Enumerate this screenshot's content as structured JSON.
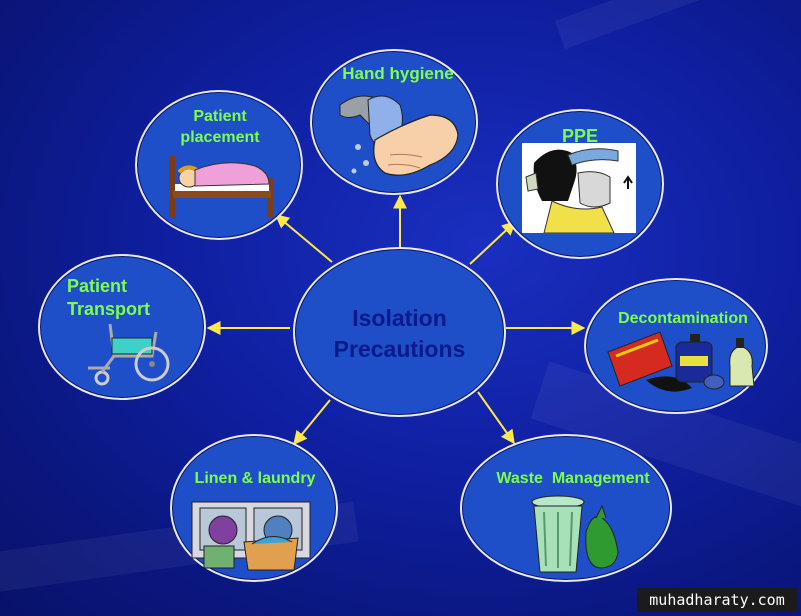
{
  "colors": {
    "background": "#0f1fa0",
    "node_fill": "#1e4ec8",
    "node_border": "#e8e8f0",
    "label_color": "#7dff4a",
    "center_text": "#0a1a8a",
    "arrow_color": "#ffe84a"
  },
  "center": {
    "line1": "Isolation",
    "line2": "Precautions"
  },
  "nodes": {
    "hand_hygiene": {
      "label": "Hand hygiene",
      "icon": "hands-washing-icon"
    },
    "patient_placement": {
      "line1": "Patient",
      "line2": "placement",
      "icon": "bed-patient-icon"
    },
    "ppe": {
      "label": "PPE",
      "icon": "mask-goggles-icon"
    },
    "patient_transport": {
      "line1": "Patient",
      "line2": "Transport",
      "icon": "wheelchair-icon"
    },
    "decontamination": {
      "label": "Decontamination",
      "icon": "cleaning-products-icon"
    },
    "linen_laundry": {
      "label": "Linen & laundry",
      "icon": "washing-machine-icon"
    },
    "waste_management": {
      "label": "Waste  Management",
      "icon": "trash-can-icon"
    }
  },
  "watermark": "muhadharaty.com"
}
